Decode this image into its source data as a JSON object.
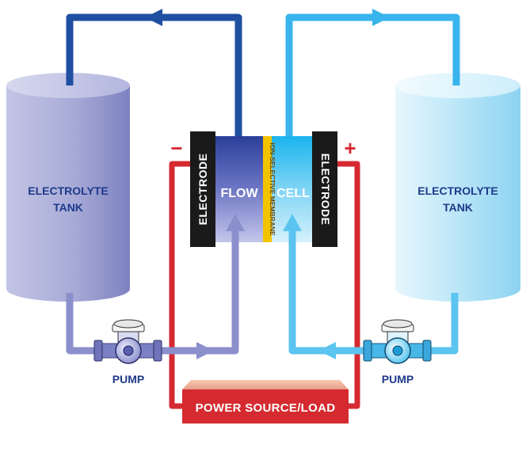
{
  "left_tank": {
    "label_line1": "ELECTROLYTE",
    "label_line2": "TANK"
  },
  "right_tank": {
    "label_line1": "ELECTROLYTE",
    "label_line2": "TANK"
  },
  "left_pump": {
    "label": "PUMP"
  },
  "right_pump": {
    "label": "PUMP"
  },
  "left_electrode": {
    "label": "ELECTRODE",
    "polarity": "−"
  },
  "right_electrode": {
    "label": "ELECTRODE",
    "polarity": "+"
  },
  "cell": {
    "word1": "FLOW",
    "word2": "CELL"
  },
  "membrane": {
    "label": "ION-SELECTIVE MEMBRANE"
  },
  "power": {
    "label": "POWER SOURCE/LOAD"
  },
  "colors": {
    "dark_blue_pipe": "#1f4fa0",
    "light_blue_pipe": "#39b4ec",
    "purple_pipe": "#8b8fcc",
    "red_wire": "#d62a32",
    "left_tank": "#9c9fd0",
    "right_tank": "#aee0f5",
    "power_box": "#d42a30",
    "membrane": "#f2c400"
  }
}
